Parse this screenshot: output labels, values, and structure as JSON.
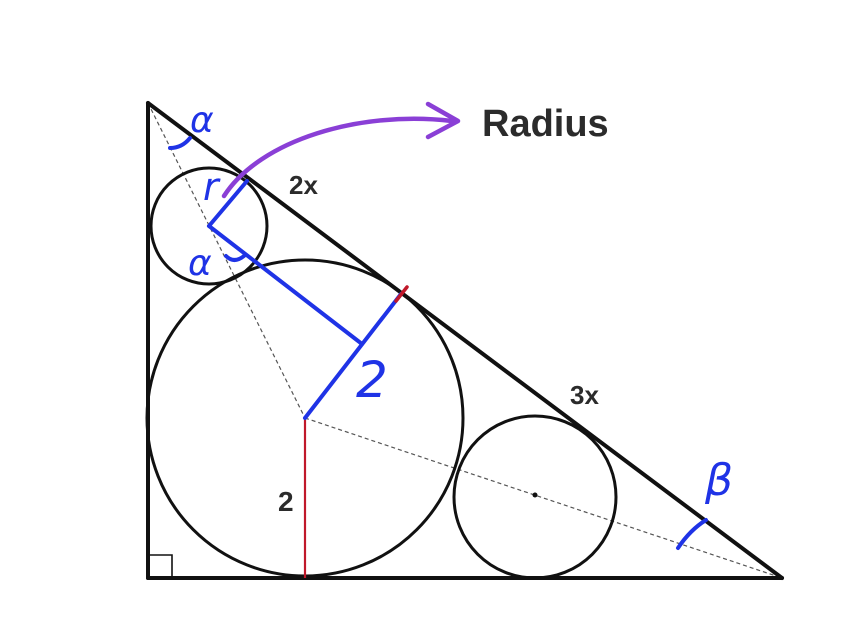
{
  "labels": {
    "radius": "Radius",
    "top_segment": "2x",
    "bottom_segment": "3x",
    "vertical_radius": "2",
    "handwritten_two": "2",
    "handwritten_r": "r",
    "alpha_top": "α",
    "alpha_mid": "α",
    "beta": "β"
  },
  "colors": {
    "triangle": "#111111",
    "construction": "#555555",
    "blue_ink": "#1f33e6",
    "red_mark": "#c0182a",
    "purple_arrow": "#8a3fd6"
  }
}
